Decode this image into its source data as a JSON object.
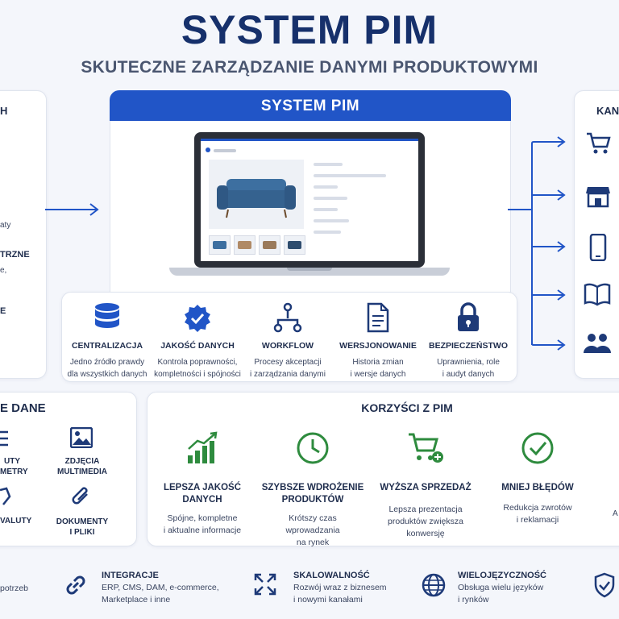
{
  "header": {
    "title": "SYSTEM PIM",
    "subtitle": "SKUTECZNE ZARZĄDZANIE DANYMI PRODUKTOWYMI"
  },
  "left_panel": {
    "heading_fragment": "H",
    "line1_fragment": "aty",
    "heading2_fragment": "TRZNE",
    "line2_fragment": "e,",
    "heading3_fragment": "E"
  },
  "center": {
    "header_label": "SYSTEM PIM",
    "features": [
      {
        "icon": "database-icon",
        "title": "CENTRALIZACJA",
        "desc1": "Jedno źródło prawdy",
        "desc2": "dla wszystkich danych"
      },
      {
        "icon": "quality-badge-icon",
        "title": "JAKOŚĆ DANYCH",
        "desc1": "Kontrola poprawności,",
        "desc2": "kompletności i spójności"
      },
      {
        "icon": "workflow-icon",
        "title": "WORKFLOW",
        "desc1": "Procesy akceptacji",
        "desc2": "i zarządzania danymi"
      },
      {
        "icon": "document-icon",
        "title": "WERSJONOWANIE",
        "desc1": "Historia zmian",
        "desc2": "i wersje danych"
      },
      {
        "icon": "lock-icon",
        "title": "BEZPIECZEŃSTWO",
        "desc1": "Uprawnienia, role",
        "desc2": "i audyt danych"
      }
    ]
  },
  "right_panel": {
    "heading_fragment": "KAN",
    "icons": [
      "cart-icon",
      "store-icon",
      "mobile-icon",
      "catalog-icon",
      "users-icon"
    ]
  },
  "data_types": {
    "heading_fragment": "E DANE",
    "items": [
      {
        "icon": "list-icon",
        "line1": "UTY",
        "line2": "METRY"
      },
      {
        "icon": "image-icon",
        "line1": "ZDJĘCIA",
        "line2": "MULTIMEDIA"
      },
      {
        "icon": "tag-icon",
        "line1": "VALUTY",
        "line2": ""
      },
      {
        "icon": "paperclip-icon",
        "line1": "DOKUMENTY",
        "line2": "I PLIKI"
      }
    ]
  },
  "benefits": {
    "heading": "KORZYŚCI Z PIM",
    "items": [
      {
        "icon": "growth-chart-icon",
        "title1": "LEPSZA JAKOŚĆ",
        "title2": "DANYCH",
        "desc1": "Spójne, kompletne",
        "desc2": "i aktualne informacje",
        "desc3": ""
      },
      {
        "icon": "clock-icon",
        "title1": "SZYBSZE WDROŻENIE",
        "title2": "PRODUKTÓW",
        "desc1": "Krótszy czas",
        "desc2": "wprowadzania",
        "desc3": "na rynek"
      },
      {
        "icon": "cart-plus-icon",
        "title1": "WYŻSZA SPRZEDAŻ",
        "title2": "",
        "desc1": "Lepsza prezentacja",
        "desc2": "produktów zwiększa",
        "desc3": "konwersję"
      },
      {
        "icon": "check-circle-icon",
        "title1": "MNIEJ BŁĘDÓW",
        "title2": "",
        "desc1": "Redukcja zwrotów",
        "desc2": "i reklamacji",
        "desc3": ""
      }
    ],
    "edge_fragment": "A"
  },
  "bottom": {
    "left_fragment": "potrzeb",
    "items": [
      {
        "icon": "link-icon",
        "title": "INTEGRACJE",
        "desc1": "ERP, CMS, DAM, e-commerce,",
        "desc2": "Marketplace i inne"
      },
      {
        "icon": "expand-icon",
        "title": "SKALOWALNOŚĆ",
        "desc1": "Rozwój wraz z biznesem",
        "desc2": "i nowymi kanałami"
      },
      {
        "icon": "globe-icon",
        "title": "WIELOJĘZYCZNOŚĆ",
        "desc1": "Obsługa wielu języków",
        "desc2": "i rynków"
      }
    ],
    "right_icon": "shield-check-icon"
  },
  "colors": {
    "primary": "#2155c7",
    "title": "#16306b",
    "green": "#2e8b3e",
    "navy": "#1e3a78"
  }
}
